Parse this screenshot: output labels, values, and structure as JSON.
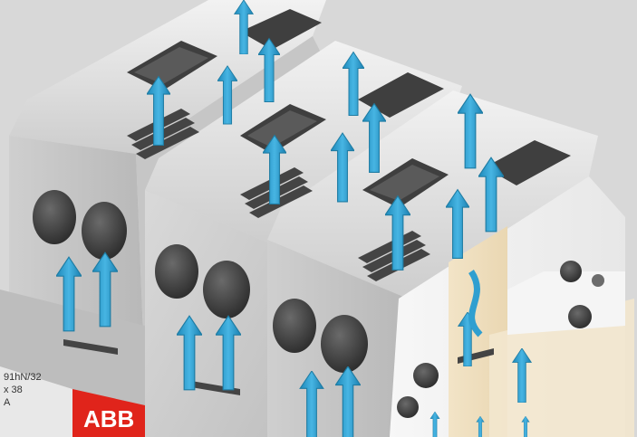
{
  "image": {
    "brand_label": "ABB",
    "part_label_line1": "91hN/32",
    "part_label_line2": "x 38",
    "part_label_line3": "A"
  },
  "colors": {
    "background": "#d8d8d8",
    "housing_light": "#e6e6e6",
    "housing_mid": "#cfcfcf",
    "housing_dark": "#a9a9a9",
    "vent_shadow": "#3f3f3f",
    "terminal_hole": "#4a4a4a",
    "arrow_fill": "#2f9fd0",
    "arrow_stroke": "#1f7ca3",
    "insert_beige": "#f1e2c6",
    "abb_red": "#e0241b"
  }
}
